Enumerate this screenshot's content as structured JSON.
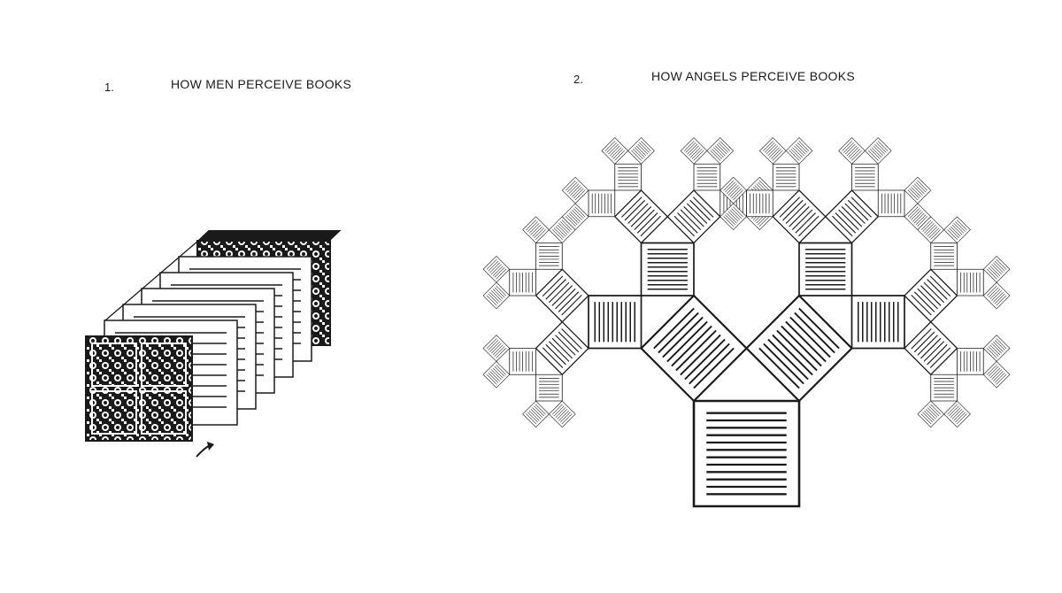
{
  "panel_1": {
    "number": "1.",
    "caption": "HOW MEN PERCEIVE BOOKS"
  },
  "panel_2": {
    "number": "2.",
    "caption": "HOW ANGELS PERCEIVE BOOKS"
  },
  "colors": {
    "ink": "#1a1a1a",
    "paper": "#ffffff"
  }
}
